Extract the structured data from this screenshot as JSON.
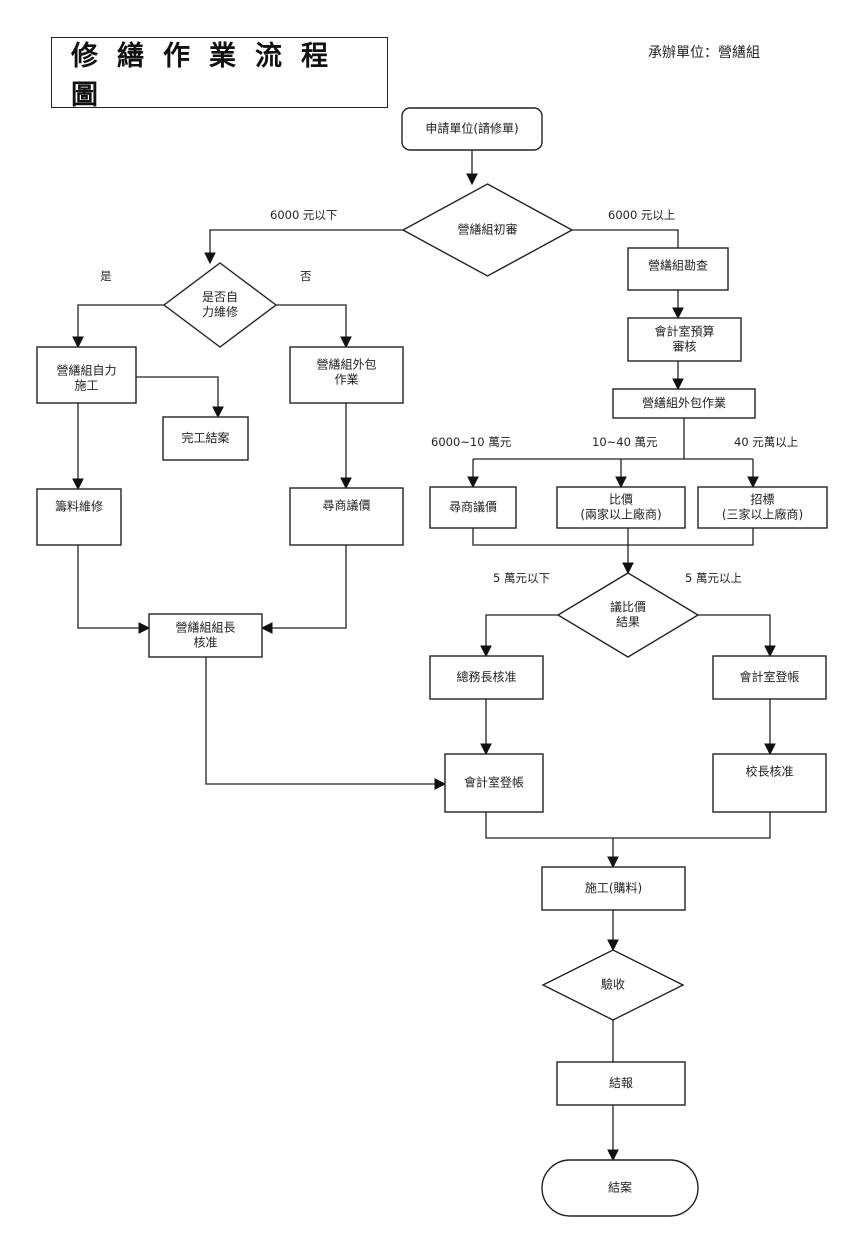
{
  "header": {
    "title": "修繕作業流程圖",
    "org_label": "承辦單位：營繕組"
  },
  "nodes": {
    "request": {
      "type": "terminal",
      "lines": [
        "申請單位(請修單)"
      ]
    },
    "initial_review": {
      "type": "decision",
      "lines": [
        "營繕組初審"
      ]
    },
    "self_repair_decision": {
      "type": "decision",
      "lines": [
        "是否自",
        "力維修"
      ]
    },
    "self_construction": {
      "type": "process",
      "lines": [
        "營繕組自力",
        "施工"
      ]
    },
    "completion_close": {
      "type": "process",
      "lines": [
        "完工結案"
      ]
    },
    "outsource_left": {
      "type": "process",
      "lines": [
        "營繕組外包",
        "作業"
      ]
    },
    "material_repair": {
      "type": "process",
      "lines": [
        "籌料維修"
      ]
    },
    "vendor_negotiation_left": {
      "type": "process",
      "lines": [
        "尋商議價"
      ]
    },
    "section_chief_approval": {
      "type": "process",
      "lines": [
        "營繕組組長",
        "核准"
      ]
    },
    "site_survey": {
      "type": "process",
      "lines": [
        "營繕組勘查"
      ]
    },
    "budget_review": {
      "type": "process",
      "lines": [
        "會計室預算",
        "審核"
      ]
    },
    "outsource_right": {
      "type": "process",
      "lines": [
        "營繕組外包作業"
      ]
    },
    "vendor_negotiation_right": {
      "type": "process",
      "lines": [
        "尋商議價"
      ]
    },
    "price_comparison": {
      "type": "process",
      "lines": [
        "比價",
        "(兩家以上廠商)"
      ]
    },
    "tender": {
      "type": "process",
      "lines": [
        "招標",
        "(三家以上廠商)"
      ]
    },
    "bid_result": {
      "type": "decision",
      "lines": [
        "議比價",
        "結果"
      ]
    },
    "general_affairs_approval": {
      "type": "process",
      "lines": [
        "總務長核准"
      ]
    },
    "accounting_register_right": {
      "type": "process",
      "lines": [
        "會計室登帳"
      ]
    },
    "accounting_register_left": {
      "type": "process",
      "lines": [
        "會計室登帳"
      ]
    },
    "principal_approval": {
      "type": "process",
      "lines": [
        "校長核准"
      ]
    },
    "construction": {
      "type": "process",
      "lines": [
        "施工(購料)"
      ]
    },
    "inspection": {
      "type": "decision",
      "lines": [
        "驗收"
      ]
    },
    "report": {
      "type": "process",
      "lines": [
        "結報"
      ]
    },
    "close": {
      "type": "terminal",
      "lines": [
        "結案"
      ]
    }
  },
  "edge_labels": {
    "below_6000": "6000 元以下",
    "above_6000": "6000 元以上",
    "yes": "是",
    "no": "否",
    "range_6000_10w": "6000~10 萬元",
    "range_10_40w": "10~40 萬元",
    "above_40w": "40 元萬以上",
    "below_5w": "5 萬元以下",
    "above_5w": "5 萬元以上"
  }
}
